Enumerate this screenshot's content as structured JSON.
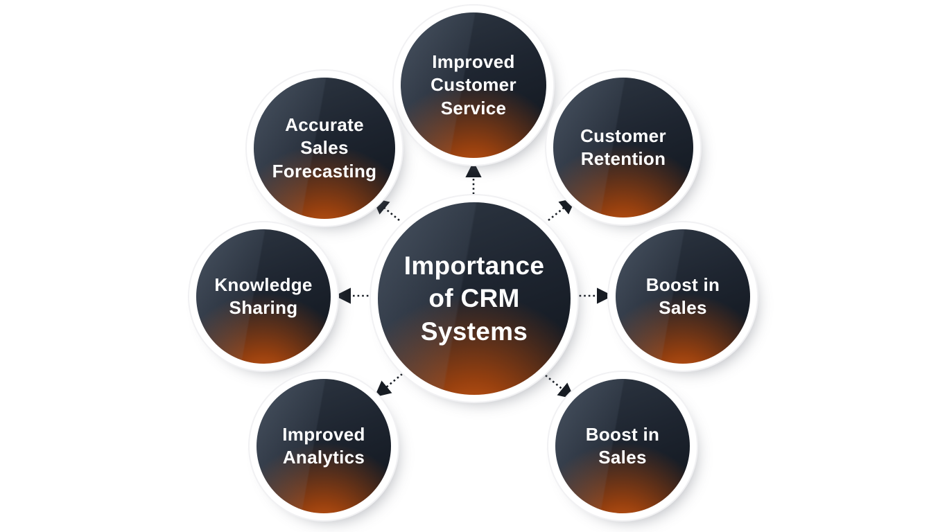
{
  "diagram": {
    "title": "Importance of CRM Systems mind map",
    "center": {
      "label": "Importance of CRM Systems"
    },
    "nodes": [
      {
        "id": "improved-customer-service",
        "label": "Improved Customer Service"
      },
      {
        "id": "accurate-sales-forecasting",
        "label": "Accurate Sales Forecasting"
      },
      {
        "id": "customer-retention",
        "label": "Customer Retention"
      },
      {
        "id": "knowledge-sharing",
        "label": "Knowledge Sharing"
      },
      {
        "id": "boost-in-sales",
        "label": "Boost in Sales"
      },
      {
        "id": "improved-analytics",
        "label": "Improved Analytics"
      },
      {
        "id": "boost-in-sales-2",
        "label": "Boost in Sales"
      }
    ],
    "colors": {
      "background": "#ffffff",
      "circle_dark": "#10151b",
      "circle_light_sheen": "#7d8ba0",
      "circle_glow": "#d95f16",
      "halo": "#ffffff",
      "text": "#ffffff",
      "arrow": "#171c23"
    }
  }
}
